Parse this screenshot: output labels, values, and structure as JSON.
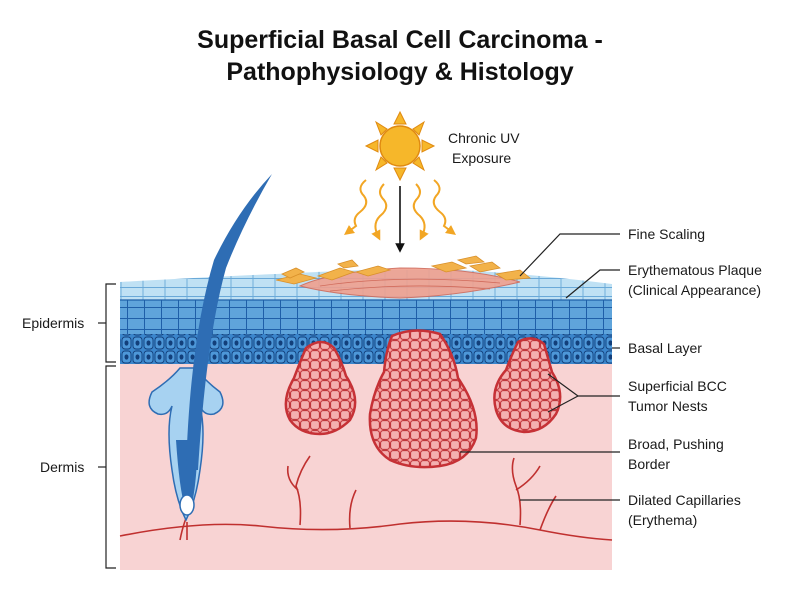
{
  "title": {
    "line1": "Superficial Basal Cell Carcinoma -",
    "line2": "Pathophysiology & Histology"
  },
  "uv": {
    "line1": "Chronic UV",
    "line2": "Exposure"
  },
  "left_labels": {
    "epidermis": "Epidermis",
    "dermis": "Dermis"
  },
  "right_labels": {
    "fine_scaling": "Fine Scaling",
    "plaque_line1": "Erythematous Plaque",
    "plaque_line2": "(Clinical Appearance)",
    "basal_layer": "Basal Layer",
    "nests_line1": "Superficial BCC",
    "nests_line2": "Tumor Nests",
    "border_line1": "Broad, Pushing",
    "border_line2": "Border",
    "capillaries_line1": "Dilated Capillaries",
    "capillaries_line2": "(Erythema)"
  },
  "colors": {
    "dermis": "#f8d3d3",
    "epidermis_light": "#bfe1f4",
    "epidermis_mid": "#4f9ad6",
    "basal": "#1f5fa8",
    "tumor": "#e8494d",
    "tumor_cell": "#f6a3a3",
    "vessel": "#c0302f",
    "sun": "#f6b72a",
    "scale": "#f2b24a",
    "hair": "#2e6db4"
  }
}
